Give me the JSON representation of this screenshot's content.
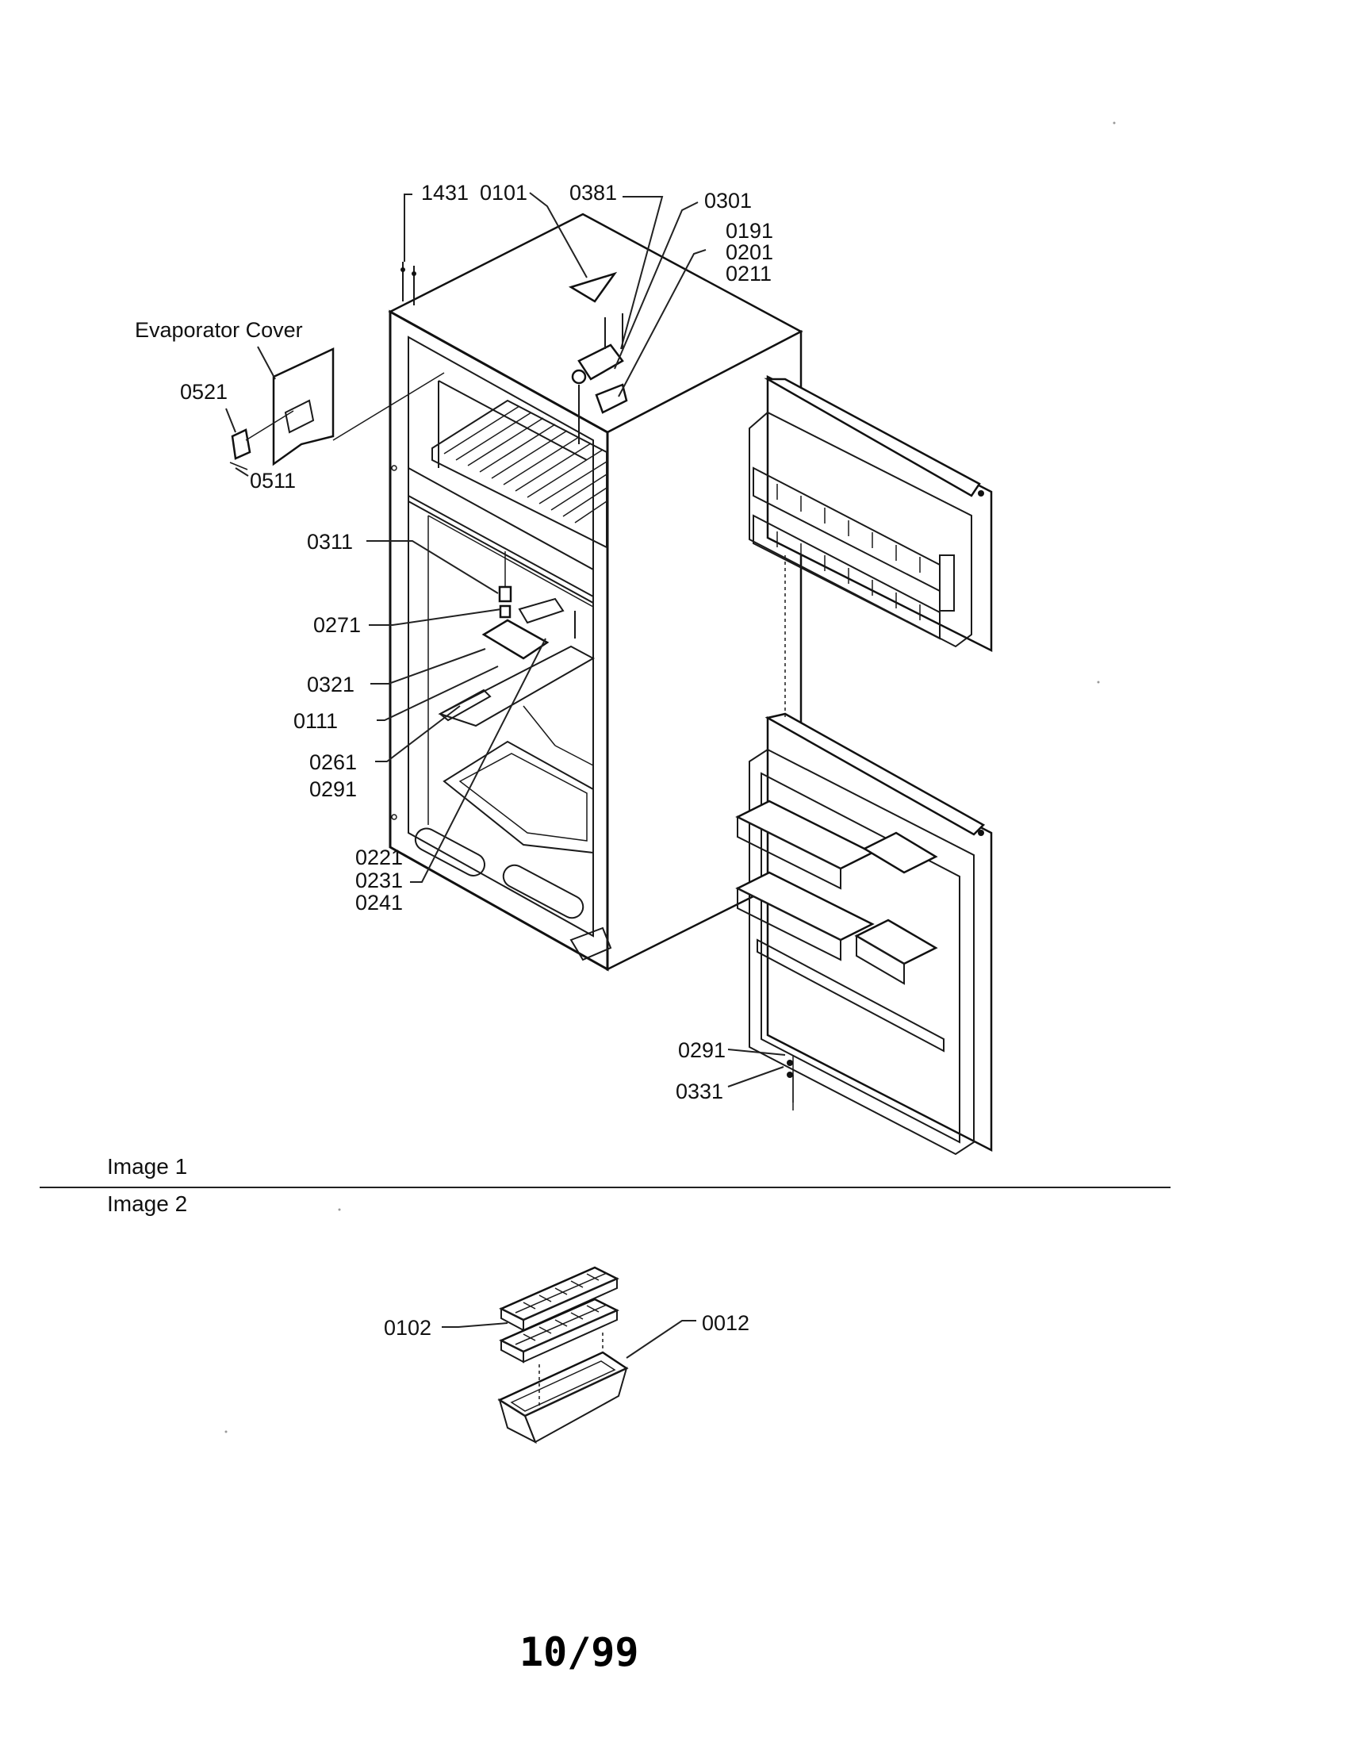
{
  "labels": {
    "evaporator_cover": "Evaporator Cover",
    "p1431": "1431",
    "p0101": "0101",
    "p0381": "0381",
    "p0301": "0301",
    "p0191": "0191",
    "p0201": "0201",
    "p0211": "0211",
    "p0521": "0521",
    "p0511": "0511",
    "p0311": "0311",
    "p0271": "0271",
    "p0321": "0321",
    "p0111": "0111",
    "p0261": "0261",
    "p0291a": "0291",
    "p0221": "0221",
    "p0231": "0231",
    "p0241": "0241",
    "p0291b": "0291",
    "p0331": "0331",
    "p0102": "0102",
    "p0012": "0012"
  },
  "sections": {
    "image1": "Image 1",
    "image2": "Image 2"
  },
  "page_number": "10/99"
}
